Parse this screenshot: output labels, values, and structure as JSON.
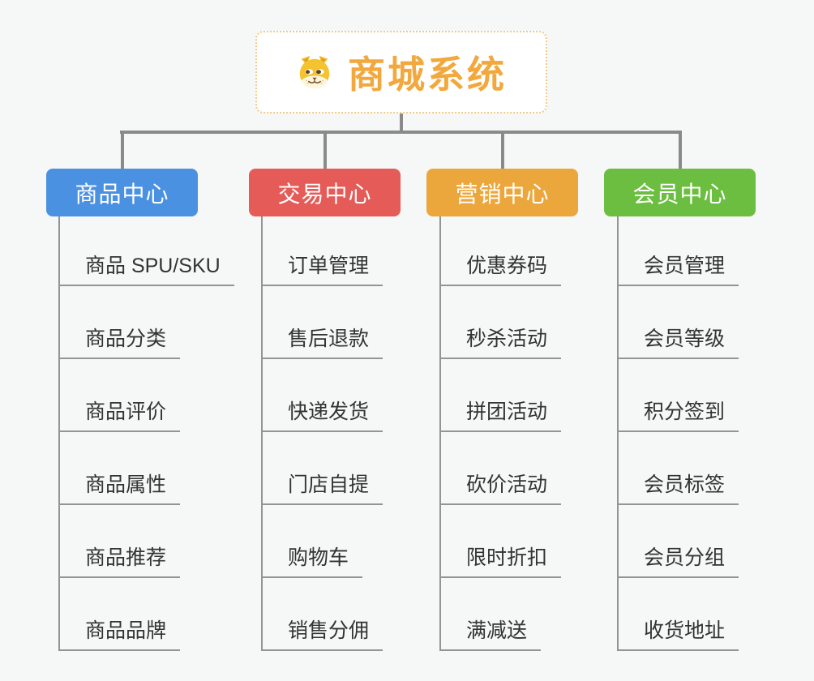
{
  "root": {
    "title": "商城系统",
    "icon": "dog-icon"
  },
  "colors": {
    "connector": "#8A8A8A",
    "underline": "#949494",
    "item-text": "#333333",
    "bg": "#F6F7F7",
    "root-title": "#F2A83D",
    "root-border": "#F3C987",
    "branch-text": "#FFFFFF"
  },
  "branches": [
    {
      "label": "商品中心",
      "color": "#4B91E2",
      "items": [
        "商品 SPU/SKU",
        "商品分类",
        "商品评价",
        "商品属性",
        "商品推荐",
        "商品品牌"
      ]
    },
    {
      "label": "交易中心",
      "color": "#E55B58",
      "items": [
        "订单管理",
        "售后退款",
        "快递发货",
        "门店自提",
        "购物车",
        "销售分佣"
      ]
    },
    {
      "label": "营销中心",
      "color": "#ECA73C",
      "items": [
        "优惠券码",
        "秒杀活动",
        "拼团活动",
        "砍价活动",
        "限时折扣",
        "满减送"
      ]
    },
    {
      "label": "会员中心",
      "color": "#6CBE40",
      "items": [
        "会员管理",
        "会员等级",
        "积分签到",
        "会员标签",
        "会员分组",
        "收货地址"
      ]
    }
  ]
}
